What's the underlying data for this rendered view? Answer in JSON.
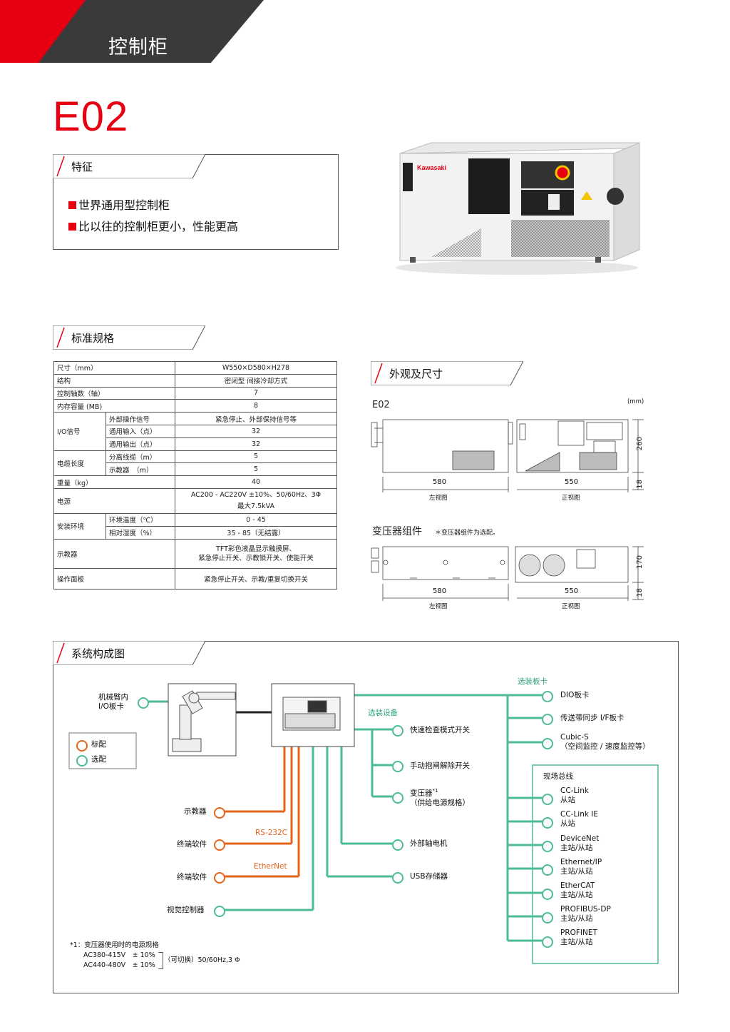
{
  "header": {
    "title": "控制柜"
  },
  "model": "E02",
  "features": {
    "heading": "特征",
    "items": [
      "世界通用型控制柜",
      "比以往的控制柜更小，性能更高"
    ]
  },
  "product_image": {
    "brand": "Kawasaki"
  },
  "specs": {
    "heading": "标准规格",
    "rows": {
      "size_l": "尺寸（mm）",
      "size_v": "W550×D580×H278",
      "struct_l": "结构",
      "struct_v": "密闭型 间接冷却方式",
      "axes_l": "控制轴数（轴）",
      "axes_v": "7",
      "mem_l": "内存容量 (MB)",
      "mem_v": "8",
      "io_l": "I/O信号",
      "io_ext_l": "外部操作信号",
      "io_ext_v": "紧急停止、外部保持信号等",
      "io_in_l": "通用输入（点）",
      "io_in_v": "32",
      "io_out_l": "通用输出（点）",
      "io_out_v": "32",
      "cable_l": "电缆长度",
      "cable_sep_l": "分离线缆（m）",
      "cable_sep_v": "5",
      "cable_tp_l": "示教器　（m）",
      "cable_tp_v": "5",
      "weight_l": "重量（kg）",
      "weight_v": "40",
      "power_l": "电源",
      "power_v1": "AC200 - AC220V ±10%、50/60Hz、3Φ",
      "power_v2": "最大7.5kVA",
      "env_l": "安装环境",
      "env_temp_l": "环境温度（℃）",
      "env_temp_v": "0 - 45",
      "env_hum_l": "相对湿度（%）",
      "env_hum_v": "35 - 85（无结露）",
      "tp_l": "示教器",
      "tp_v1": "TFT彩色液晶显示触摸屏、",
      "tp_v2": "紧急停止开关、示教锁开关、使能开关",
      "panel_l": "操作面板",
      "panel_v": "紧急停止开关、示教/重复切换开关"
    }
  },
  "dimensions": {
    "heading": "外观及尺寸",
    "unit": "(mm)",
    "e02_label": "E02",
    "e02": {
      "width": "580",
      "front_width": "550",
      "height": "260",
      "foot": "18",
      "left_view": "左视图",
      "front_view": "正视图"
    },
    "transformer_label": "变压器组件",
    "transformer_note": "＊变压器组件为选配。",
    "transformer": {
      "width": "580",
      "front_width": "550",
      "height": "170",
      "foot": "18",
      "left_view": "左视图",
      "front_view": "正视图"
    }
  },
  "system": {
    "heading": "系统构成图",
    "arm_io": [
      "机械臂内",
      "I/O板卡"
    ],
    "legend_std": "标配",
    "legend_opt": "选配",
    "opt_device": "选装设备",
    "opt_board": "选装板卡",
    "left": [
      "示教器",
      "终端软件",
      "终端软件",
      "视觉控制器"
    ],
    "rs232c": "RS-232C",
    "ethernet": "EtherNet",
    "mid": [
      "快速检查模式开关",
      "手动抱闸解除开关"
    ],
    "transformer": [
      "变压器",
      "（供给电源规格）"
    ],
    "transformer_mark": "*1",
    "ext_axis": "外部轴电机",
    "usb": "USB存储器",
    "boards": [
      "DIO板卡",
      "传送带同步 I/F板卡"
    ],
    "cubic": [
      "Cubic-S",
      "（空间监控 / 速度监控等）"
    ],
    "fieldbus_title": "现场总线",
    "fieldbus": [
      [
        "CC-Link",
        "从站"
      ],
      [
        "CC-Link IE",
        "从站"
      ],
      [
        "DeviceNet",
        "主站/从站"
      ],
      [
        "Ethernet/IP",
        "主站/从站"
      ],
      [
        "EtherCAT",
        "主站/从站"
      ],
      [
        "PROFIBUS-DP",
        "主站/从站"
      ],
      [
        "PROFINET",
        "主站/从站"
      ]
    ],
    "footnote_title": "*1：变压器使用时的电源规格",
    "footnote_l1": "AC380-415V　± 10%",
    "footnote_l2": "AC440-480V　± 10%",
    "footnote_r": "（可切换）50/60Hz,3 Φ"
  },
  "colors": {
    "accent_red": "#e60012",
    "header_dark": "#3a3a3a",
    "optional_green": "#4dbb94",
    "standard_orange": "#e5641b"
  }
}
